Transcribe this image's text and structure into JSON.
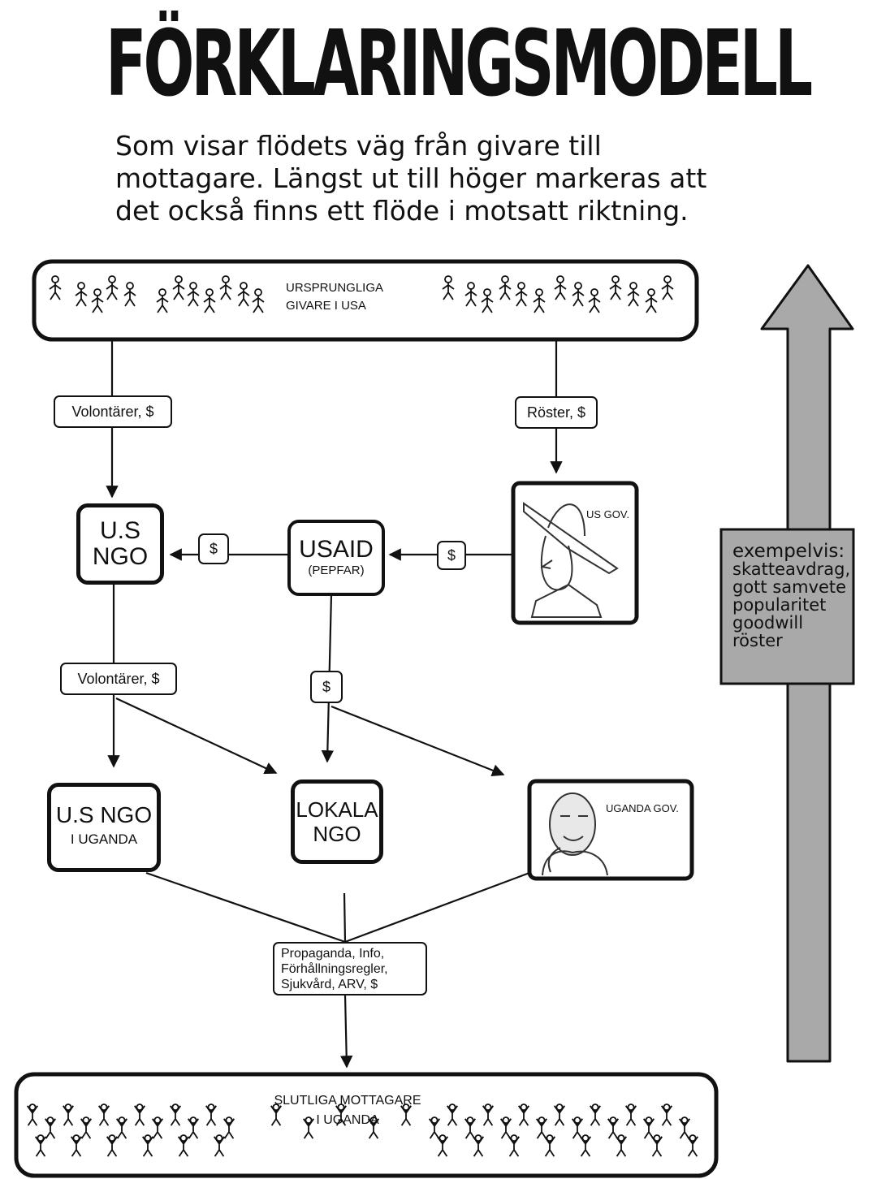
{
  "title": "FÖRKLARINGSMODELL",
  "subtitle": [
    "Som visar flödets väg från givare till",
    "mottagare. Längst ut till höger markeras att",
    "det också finns ett flöde i motsatt riktning."
  ],
  "nodes": {
    "top": [
      "URSPRUNGLIGA",
      "GIVARE I USA"
    ],
    "us_gov": "US GOV.",
    "usaid": "USAID",
    "pepfar": "(PEPFAR)",
    "us_ngo": [
      "U.S",
      "NGO"
    ],
    "us_ngo_uganda": [
      "U.S NGO",
      "I UGANDA"
    ],
    "lokala": [
      "LOKALA",
      "NGO"
    ],
    "uganda_gov": "UGANDA GOV.",
    "bottom": [
      "SLUTLIGA MOTTAGARE",
      "I UGANDA"
    ]
  },
  "flow_labels": {
    "vol1": "Volontärer, $",
    "roster": "Röster, $",
    "dollar_a": "$",
    "dollar_b": "$",
    "vol2": "Volontärer, $",
    "dollar_c": "$",
    "merge": [
      "Propaganda, Info,",
      "Förhållningsregler,",
      "Sjukvård, ARV, $"
    ]
  },
  "reverse_flow": {
    "heading": "exempelvis:",
    "items": [
      "skatteavdrag,",
      "gott samvete",
      "popularitet",
      "goodwill",
      "röster"
    ],
    "fill": "#a9a9a9"
  },
  "colors": {
    "ink": "#111111",
    "paper": "#ffffff",
    "arrow_fill": "#a9a9a9"
  }
}
